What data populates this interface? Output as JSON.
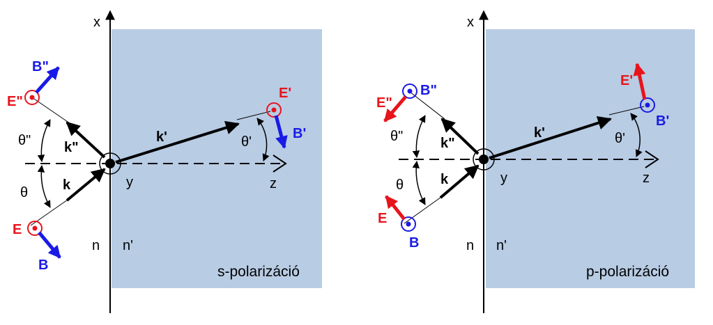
{
  "colors": {
    "medium": "#b8cce4",
    "e_field": "#e8141c",
    "b_field": "#1a1ae6",
    "line": "#000000"
  },
  "panels": [
    {
      "id": "s",
      "caption": "s-polarizáció",
      "axis_x": "x",
      "axis_y": "y",
      "axis_z": "z",
      "n": "n",
      "n_prime": "n'",
      "k": "k",
      "k_reflected": "k\"",
      "k_transmitted": "k'",
      "theta": "θ",
      "theta_reflected": "θ\"",
      "theta_transmitted": "θ'",
      "incident_e": "E",
      "incident_b": "B",
      "reflected_e": "E\"",
      "reflected_b": "B\"",
      "transmitted_e": "E'",
      "transmitted_b": "B'"
    },
    {
      "id": "p",
      "caption": "p-polarizáció",
      "axis_x": "x",
      "axis_y": "y",
      "axis_z": "z",
      "n": "n",
      "n_prime": "n'",
      "k": "k",
      "k_reflected": "k\"",
      "k_transmitted": "k'",
      "theta": "θ",
      "theta_reflected": "θ\"",
      "theta_transmitted": "θ'",
      "incident_e": "E",
      "incident_b": "B",
      "reflected_e": "E\"",
      "reflected_b": "B\"",
      "transmitted_e": "E'",
      "transmitted_b": "B'"
    }
  ]
}
